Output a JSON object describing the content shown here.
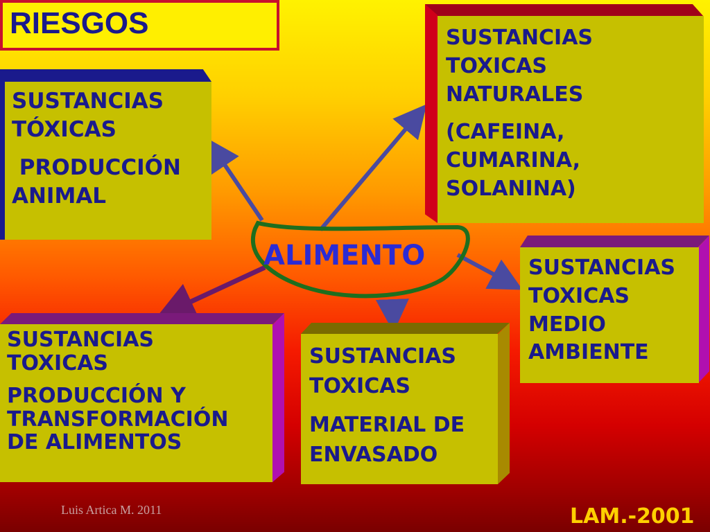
{
  "title": "RIESGOS",
  "center": "ALIMENTO",
  "boxes": {
    "produccion_animal": {
      "line1": "SUSTANCIAS",
      "line2": "TÓXICAS",
      "line3": " PRODUCCIÓN",
      "line4": "ANIMAL"
    },
    "naturales": {
      "line1": "SUSTANCIAS",
      "line2": "TOXICAS",
      "line3": "NATURALES",
      "line4": "(CAFEINA,",
      "line5": "CUMARINA,",
      "line6": "SOLANINA)"
    },
    "medio_ambiente": {
      "line1": "SUSTANCIAS",
      "line2": "TOXICAS",
      "line3": "MEDIO",
      "line4": "AMBIENTE"
    },
    "transformacion": {
      "line1": "SUSTANCIAS",
      "line2": "TOXICAS",
      "line3": "PRODUCCIÓN Y",
      "line4": "TRANSFORMACIÓN",
      "line5": "DE ALIMENTOS"
    },
    "envasado": {
      "line1": "SUSTANCIAS",
      "line2": "TOXICAS",
      "line3": "MATERIAL DE",
      "line4": "ENVASADO"
    }
  },
  "footer": {
    "author": "Luis Artica M. 2011",
    "code": "LAM.-2001"
  },
  "colors": {
    "box_face": "#c6c000",
    "text": "#1a1a8c",
    "center_text": "#2b2bd4",
    "outline": "#1e6e1e",
    "arrow": "#4a4aa0",
    "arrow_purple": "#7a1a7a",
    "footer_code": "#ffd000"
  }
}
